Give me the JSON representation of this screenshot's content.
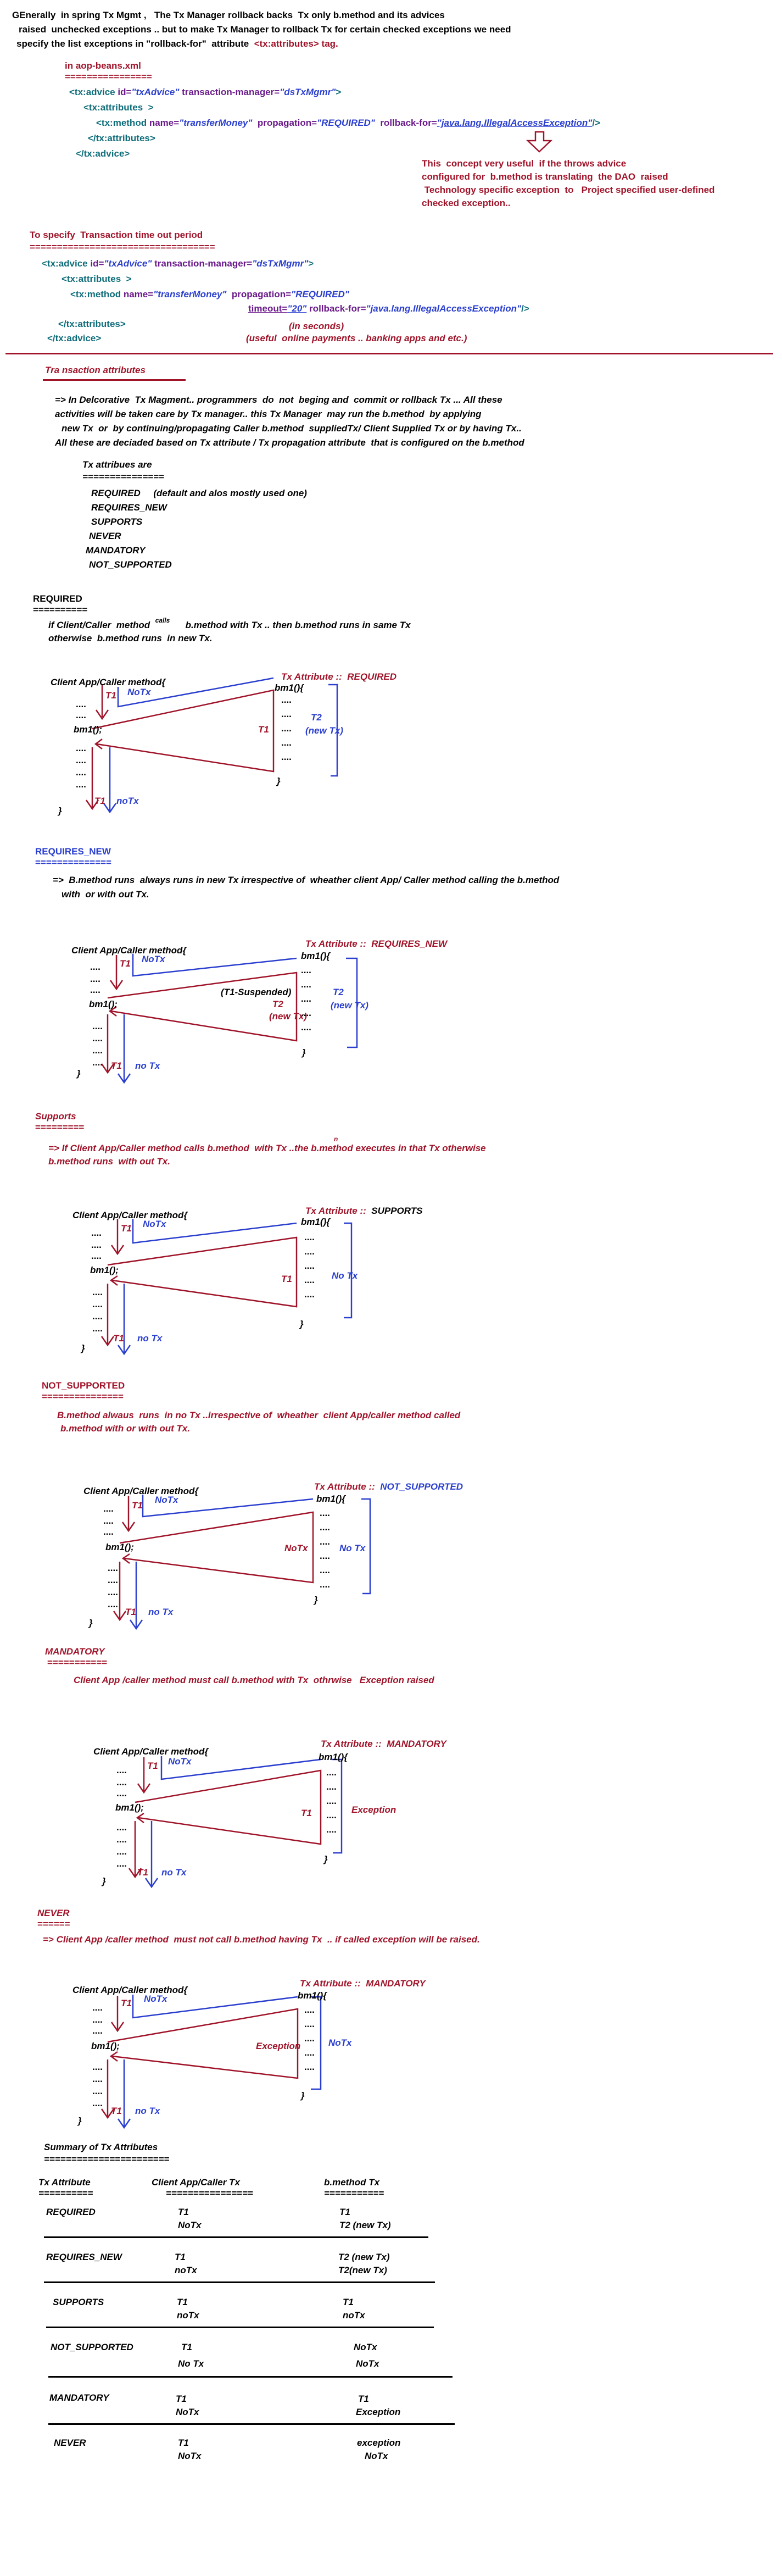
{
  "intro": [
    "GEnerally  in spring Tx Mgmt ,   The Tx Manager rollback backs  Tx only b.method and its advices",
    "raised  unchecked exceptions .. but to make Tx Manager to rollback Tx for certain checked exceptions we need",
    "specify the list exceptions in \"rollback-for\"  attribute  ",
    "<tx:attributes>",
    " tag."
  ],
  "xml1": {
    "file": "in aop-beans.xml",
    "rule": "================",
    "l1a": "<tx:advice ",
    "l1b": "id=",
    "l1c": "\"txAdvice\"",
    "l1d": " transaction-manager=",
    "l1e": "\"dsTxMgmr\"",
    "l1f": ">",
    "l2": "<tx:attributes  >",
    "l3a": "<tx:method ",
    "l3b": "name=",
    "l3c": "\"transferMoney\"",
    "l3d": "  propagation=",
    "l3e": "\"REQUIRED\"",
    "l3f": "  rollback-for=",
    "l3g": "\"java.lang.IllegalAccessException\"",
    "l3h": "/>",
    "l4": "</tx:attributes>",
    "l5": "</tx:advice>"
  },
  "note1": [
    "This  concept very useful  if the throws advice",
    "configured for  b.method is translating  the DAO  raised",
    " Technology specific exception  to   Project specified user-defined",
    "checked exception.."
  ],
  "timeout": {
    "heading": "To specify  Transaction time out period",
    "rule": "==================================",
    "l1a": "<tx:advice ",
    "l1b": "id=",
    "l1c": "\"txAdvice\"",
    "l1d": " transaction-manager=",
    "l1e": "\"dsTxMgmr\"",
    "l1f": ">",
    "l2": "<tx:attributes  >",
    "l3a": "<tx:method ",
    "l3b": "name=",
    "l3c": "\"transferMoney\"",
    "l3d": "  propagation=",
    "l3e": "\"REQUIRED\"",
    "l4a": "timeout=",
    "l4b": "\"20\"",
    "l4c": " rollback-for=",
    "l4d": "\"java.lang.IllegalAccessException\"",
    "l4e": "/>",
    "l5": "</tx:attributes>",
    "l6": "</tx:advice>",
    "in_seconds": "(in seconds)",
    "useful": "(useful  online payments .. banking apps and etc.)"
  },
  "tx_section": {
    "heading": "Tra nsaction attributes",
    "para": [
      "=> In Delcorative  Tx Magment.. programmers  do  not  beging and  commit or rollback Tx ... All these",
      "activities will be taken care by Tx manager.. this Tx Manager  may run the b.method  by applying",
      "new Tx  or  by continuing/propagating Caller b.method  suppliedTx/ Client Supplied Tx or by having Tx..",
      "All these are deciaded based on Tx attribute / Tx propagation attribute  that is configured on the b.method"
    ],
    "are_label": "Tx attribues are",
    "are_rule": "===============",
    "list": [
      "REQUIRED",
      "REQUIRES_NEW",
      "SUPPORTS",
      "NEVER",
      "MANDATORY",
      "NOT_SUPPORTED"
    ],
    "default_note": "(default and alos mostly used one)"
  },
  "common": {
    "client": "Client App/Caller method{",
    "bm1call": "bm1();",
    "bm1decl": "bm1(){",
    "dots": "....",
    "close": "}",
    "t1": "T1",
    "notx_cap": "NoTx",
    "notx_low": "noTx",
    "notx_sp": "no Tx",
    "tx_attr": "Tx Attribute ::  "
  },
  "required": {
    "title": "REQUIRED",
    "rule": "==========",
    "desc1a": "if Client/Caller  method  ",
    "desc1b": "calls",
    "desc1c": "b.method with Tx .. then b.method runs in same Tx",
    "desc2": "otherwise  b.method runs  in new Tx.",
    "attr": "REQUIRED",
    "t2": "T2",
    "newtx": "(new Tx)",
    "bottom": "noTx"
  },
  "requires_new": {
    "title": "REQUIRES_NEW",
    "rule": "==============",
    "desc1": "=>  B.method runs  always runs in new Tx irrespective of  wheather client App/ Caller method calling the b.method",
    "desc2": "with  or with out Tx.",
    "attr": "REQUIRES_NEW",
    "suspended": "(T1-Suspended)",
    "t2": "T2",
    "newtx": "(new Tx)",
    "bottom": "no Tx"
  },
  "supports": {
    "title": "Supports",
    "rule": "=========",
    "desc1": "=> If Client App/Caller method calls b.method  with Tx ..the b.method executes in that Tx otherwise",
    "desc_n": "n",
    "desc2": "b.method runs  with out Tx.",
    "attr": "SUPPORTS",
    "right": "No Tx",
    "bottom": "no Tx"
  },
  "not_supported": {
    "title": "NOT_SUPPORTED",
    "rule": "===============",
    "desc1": "B.method alwaus  runs  in no Tx ..irrespective of  wheather  client App/caller method called",
    "desc2": "b.method with or with out Tx.",
    "attr": "NOT_SUPPORTED",
    "inner": "NoTx",
    "right": "No Tx",
    "bottom": "no Tx"
  },
  "mandatory": {
    "title": "MANDATORY",
    "rule": "===========",
    "desc": "Client App /caller method must call b.method with Tx  othrwise   Exception raised",
    "attr": "MANDATORY",
    "exception": "Exception",
    "bottom": "no Tx"
  },
  "never": {
    "title": "NEVER",
    "rule": "======",
    "desc": "=> Client App /caller method  must not call b.method having Tx  .. if called exception will be raised.",
    "attr": "MANDATORY",
    "exception": "Exception",
    "right": "NoTx",
    "bottom": "no Tx"
  },
  "summary": {
    "title": "Summary of Tx Attributes",
    "rule": "=======================",
    "headers": [
      "Tx Attribute",
      "Client App/Caller Tx",
      "b.method Tx"
    ],
    "header_rules": [
      "==========",
      "================",
      "==========="
    ],
    "rows": [
      {
        "attr": "REQUIRED",
        "caller": [
          "T1",
          "NoTx"
        ],
        "bmethod": [
          "T1",
          "T2 (new Tx)"
        ]
      },
      {
        "attr": "REQUIRES_NEW",
        "caller": [
          "T1",
          "noTx"
        ],
        "bmethod": [
          "T2 (new Tx)",
          "T2(new Tx)"
        ]
      },
      {
        "attr": "SUPPORTS",
        "caller": [
          "T1",
          "noTx"
        ],
        "bmethod": [
          "T1",
          "noTx"
        ]
      },
      {
        "attr": "NOT_SUPPORTED",
        "caller": [
          "T1",
          "No Tx"
        ],
        "bmethod": [
          "NoTx",
          "NoTx"
        ]
      },
      {
        "attr": "MANDATORY",
        "caller": [
          "T1",
          "NoTx"
        ],
        "bmethod": [
          "T1",
          "Exception"
        ]
      },
      {
        "attr": "NEVER",
        "caller": [
          "T1",
          "NoTx"
        ],
        "bmethod": [
          "exception",
          "NoTx"
        ]
      }
    ]
  },
  "colors": {
    "red": "#a0142a",
    "blue": "#2b3fcf",
    "teal": "#0f6d7a",
    "purple": "#6a1a8a"
  }
}
